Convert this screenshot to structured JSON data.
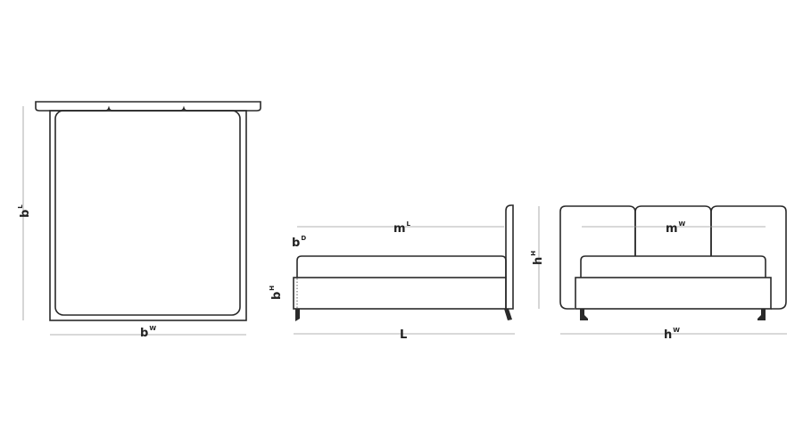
{
  "labels": {
    "top_length": {
      "main": "b",
      "sup": "L"
    },
    "top_width": {
      "main": "b",
      "sup": "W"
    },
    "side_mattress_length": {
      "main": "m",
      "sup": "L"
    },
    "side_bed_depth": {
      "main": "b",
      "sup": "D"
    },
    "side_bed_height": {
      "main": "b",
      "sup": "H"
    },
    "side_total_length": {
      "main": "L",
      "sup": ""
    },
    "front_mattress_width": {
      "main": "m",
      "sup": "W"
    },
    "front_headboard_height": {
      "main": "h",
      "sup": "H"
    },
    "front_headboard_width": {
      "main": "h",
      "sup": "W"
    }
  },
  "colors": {
    "line": "#2a2a2a",
    "dimension_line": "#9a9a9a",
    "background": "#ffffff"
  }
}
